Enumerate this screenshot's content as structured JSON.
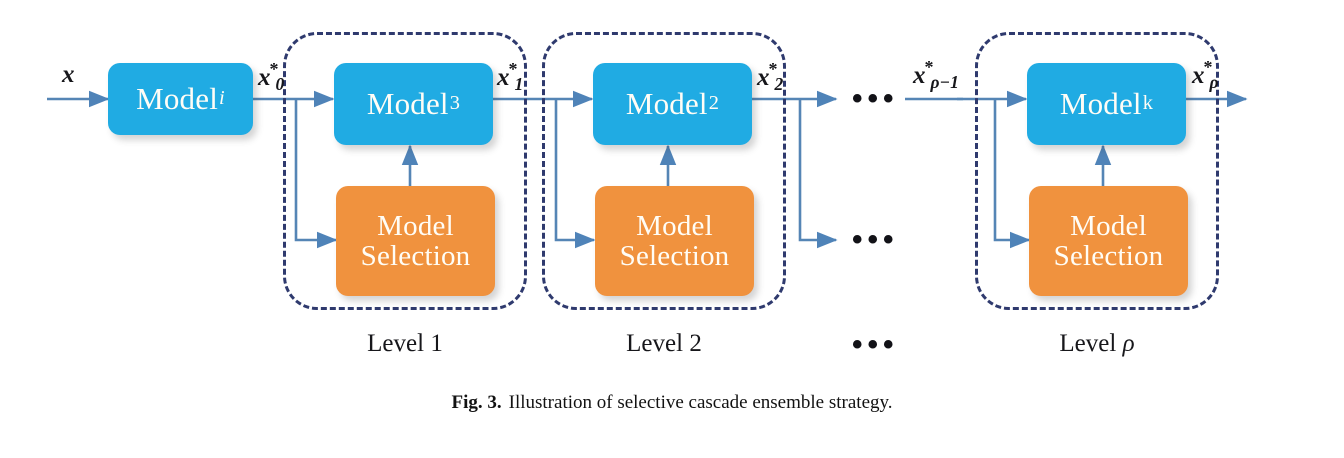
{
  "figure": {
    "number_label": "Fig. 3.",
    "caption_text": "Illustration of selective cascade ensemble strategy.",
    "background_color": "#ffffff"
  },
  "colors": {
    "model_box": "#20ABE3",
    "selection_box": "#F0923E",
    "dashed_border": "#2f3a6e",
    "arrow": "#5585B5",
    "text_on_box": "#fffdf6",
    "label_text": "#16161a"
  },
  "nodes": {
    "model_initial": {
      "name": "Model",
      "subscript": "i",
      "type": "model"
    },
    "model_level1": {
      "name": "Model",
      "subscript": "3",
      "type": "model"
    },
    "model_level2": {
      "name": "Model",
      "subscript": "2",
      "type": "model"
    },
    "model_levelp": {
      "name": "Model",
      "subscript": "k",
      "type": "model"
    },
    "selection_level1": {
      "line1": "Model",
      "line2": "Selection",
      "type": "selection"
    },
    "selection_level2": {
      "line1": "Model",
      "line2": "Selection",
      "type": "selection"
    },
    "selection_levelp": {
      "line1": "Model",
      "line2": "Selection",
      "type": "selection"
    }
  },
  "levels": [
    {
      "id": "level-1",
      "caption": "Level 1",
      "caption_symbol": ""
    },
    {
      "id": "level-2",
      "caption": "Level 2",
      "caption_symbol": ""
    },
    {
      "id": "level-rho",
      "caption": "Level ",
      "caption_symbol": "ρ"
    }
  ],
  "signals": {
    "input_x": {
      "base": "x",
      "sup": "",
      "sub": ""
    },
    "x0": {
      "base": "x",
      "sup": "*",
      "sub": "0"
    },
    "x1": {
      "base": "x",
      "sup": "*",
      "sub": "1"
    },
    "x2": {
      "base": "x",
      "sup": "*",
      "sub": "2"
    },
    "xrho_minus_1": {
      "base": "x",
      "sup": "*",
      "sub": "ρ−1"
    },
    "xrho": {
      "base": "x",
      "sup": "*",
      "sub": "ρ"
    }
  },
  "ellipses": {
    "top_row": "•••",
    "middle_row": "•••",
    "caption_row": "•••"
  }
}
